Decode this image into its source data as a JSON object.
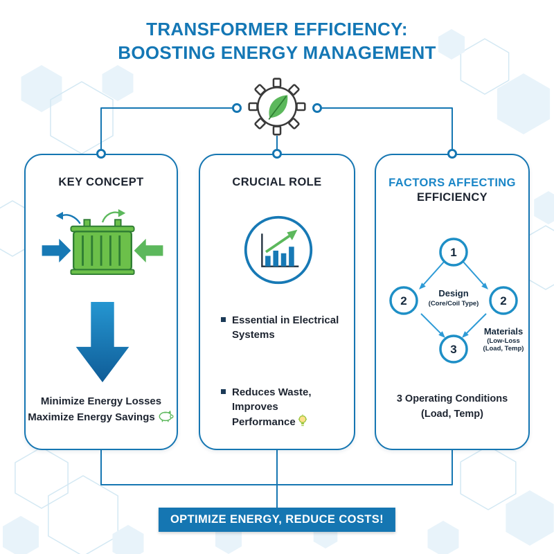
{
  "title": {
    "line1": "TRANSFORMER EFFICIENCY:",
    "line2": "BOOSTING ENERGY MANAGEMENT"
  },
  "card1": {
    "heading": "KEY CONCEPT",
    "caption1": "Minimize Energy Losses",
    "caption2": "Maximize Energy Savings"
  },
  "card2": {
    "heading": "CRUCIAL ROLE",
    "bullet1": "Essential in Electrical Systems",
    "bullet2": "Reduces Waste, Improves Performance"
  },
  "card3": {
    "heading1": "FACTORS AFFECTING",
    "heading2": "EFFICIENCY",
    "node1": "1",
    "node2l": "2",
    "node2r": "2",
    "node3": "3",
    "design": "Design",
    "design_sub": "(Core/Coil Type)",
    "materials": "Materials",
    "materials_sub1": "(Low-Loss",
    "materials_sub2": "(Load, Temp)",
    "footer1": "3 Operating Conditions",
    "footer2": "(Load, Temp)"
  },
  "banner": {
    "label": "OPTIMIZE ENERGY, REDUCE COSTS!"
  },
  "icons": {
    "gear_leaf": "gear-with-leaf-icon",
    "transformer": "transformer-illustration",
    "down_arrow": "big-down-arrow",
    "growth_chart": "bar-chart-growth-icon",
    "lightbulb": "lightbulb-icon",
    "piggy_bank": "piggy-bank-icon"
  },
  "colors": {
    "accent_blue": "#1576b2",
    "bright_blue": "#1e8fc6",
    "green": "#5cb85c",
    "dark": "#1d2430",
    "hex_fill": "#e8f3fa",
    "hex_stroke": "#d3e8f3"
  }
}
